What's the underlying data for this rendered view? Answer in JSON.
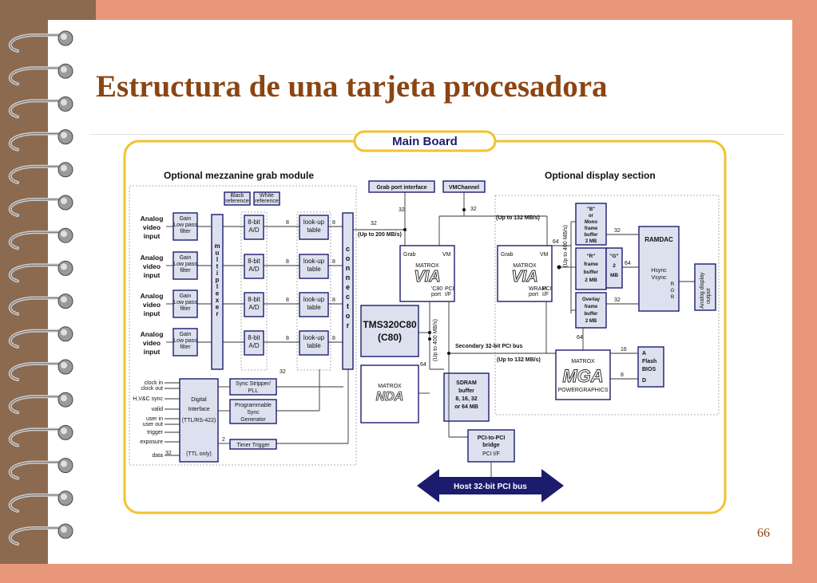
{
  "slide": {
    "title": "Estructura de una tarjeta procesadora",
    "page_number": "66"
  },
  "diagram": {
    "main_board": "Main Board",
    "mezzanine_title": "Optional mezzanine grab module",
    "display_title": "Optional display section",
    "analog_input": [
      "Analog",
      "video",
      "input"
    ],
    "gain": "Gain",
    "low_pass": "Low pass",
    "filter": "filter",
    "multiplexer": [
      "m",
      "u",
      "l",
      "t",
      "i",
      "p",
      "l",
      "e",
      "x",
      "e",
      "r"
    ],
    "adc": [
      "8-bit",
      "A/D"
    ],
    "lookup": [
      "look-up",
      "table"
    ],
    "black_ref": [
      "Black",
      "reference"
    ],
    "white_ref": [
      "White",
      "reference"
    ],
    "connector": [
      "c",
      "o",
      "n",
      "n",
      "e",
      "c",
      "t",
      "o",
      "r"
    ],
    "bus8": "8",
    "bus32": "32",
    "bus64": "64",
    "bus16": "16",
    "bus2": "2",
    "clock_in": "clock in",
    "clock_out": "clock out",
    "hvc_sync": "H,V&C sync",
    "valid": "valid",
    "user_in": "user in",
    "user_out": "user out",
    "trigger": "trigger",
    "exposure": "exposure",
    "data": "data",
    "digital_interface": [
      "Digital",
      "Interface",
      "(TTL/RS-422)",
      "(TTL only)"
    ],
    "sync_stripper": [
      "Sync Stripper/",
      "PLL"
    ],
    "prog_sync": [
      "Programmable",
      "Sync",
      "Generator"
    ],
    "timer_trigger": "Timer Trigger",
    "grab_port_interface": "Grab port interface",
    "vmchannel": "VMChannel",
    "up_to_200": "(Up to 200 MB/s)",
    "up_to_132": "(Up to 132 MB/s)",
    "up_to_400": "(Up to 400 MB/s)",
    "grab": "Grab",
    "vm": "VM",
    "via": "VIA",
    "matrox": "MATROX",
    "c80_port": [
      "'C80",
      "port"
    ],
    "pci_if": [
      "PCI",
      "I/F"
    ],
    "wram_port": [
      "WRAM",
      "port"
    ],
    "tms": [
      "TMS320C80",
      "(C80)"
    ],
    "nda": "NDA",
    "sdram": [
      "SDRAM",
      "buffer",
      "8, 16, 32",
      "or 64 MB"
    ],
    "secondary_pci": "Secondary 32-bit PCI bus",
    "pci_bridge": [
      "PCI-to-PCI",
      "bridge",
      "PCI I/F"
    ],
    "host_pci": "Host 32-bit PCI bus",
    "b_buffer": [
      "\"B\"",
      "or",
      "Mono",
      "frame",
      "buffer",
      "2 MB"
    ],
    "r_buffer": [
      "\"R\"",
      "frame",
      "buffer",
      "2 MB"
    ],
    "g_buffer": [
      "\"G\"",
      "2",
      "MB"
    ],
    "overlay_buffer": [
      "Overlay",
      "frame",
      "buffer",
      "2 MB"
    ],
    "ramdac": [
      "RAMDAC",
      "Hsync",
      "Vsync",
      "R",
      "G",
      "B"
    ],
    "analog_display": [
      "Analog display",
      "output"
    ],
    "mga": [
      "MGA",
      "MATROX",
      "POWERGRAPHICS"
    ],
    "flash_bios": [
      "A",
      "Flash",
      "BIOS",
      "D"
    ]
  },
  "colors": {
    "background": "#e9977a",
    "spine": "#8c6a50",
    "title": "#8b4513",
    "frame": "#f2c230",
    "dark_blue": "#1c1c6e",
    "block_fill": "#dde1ef"
  }
}
